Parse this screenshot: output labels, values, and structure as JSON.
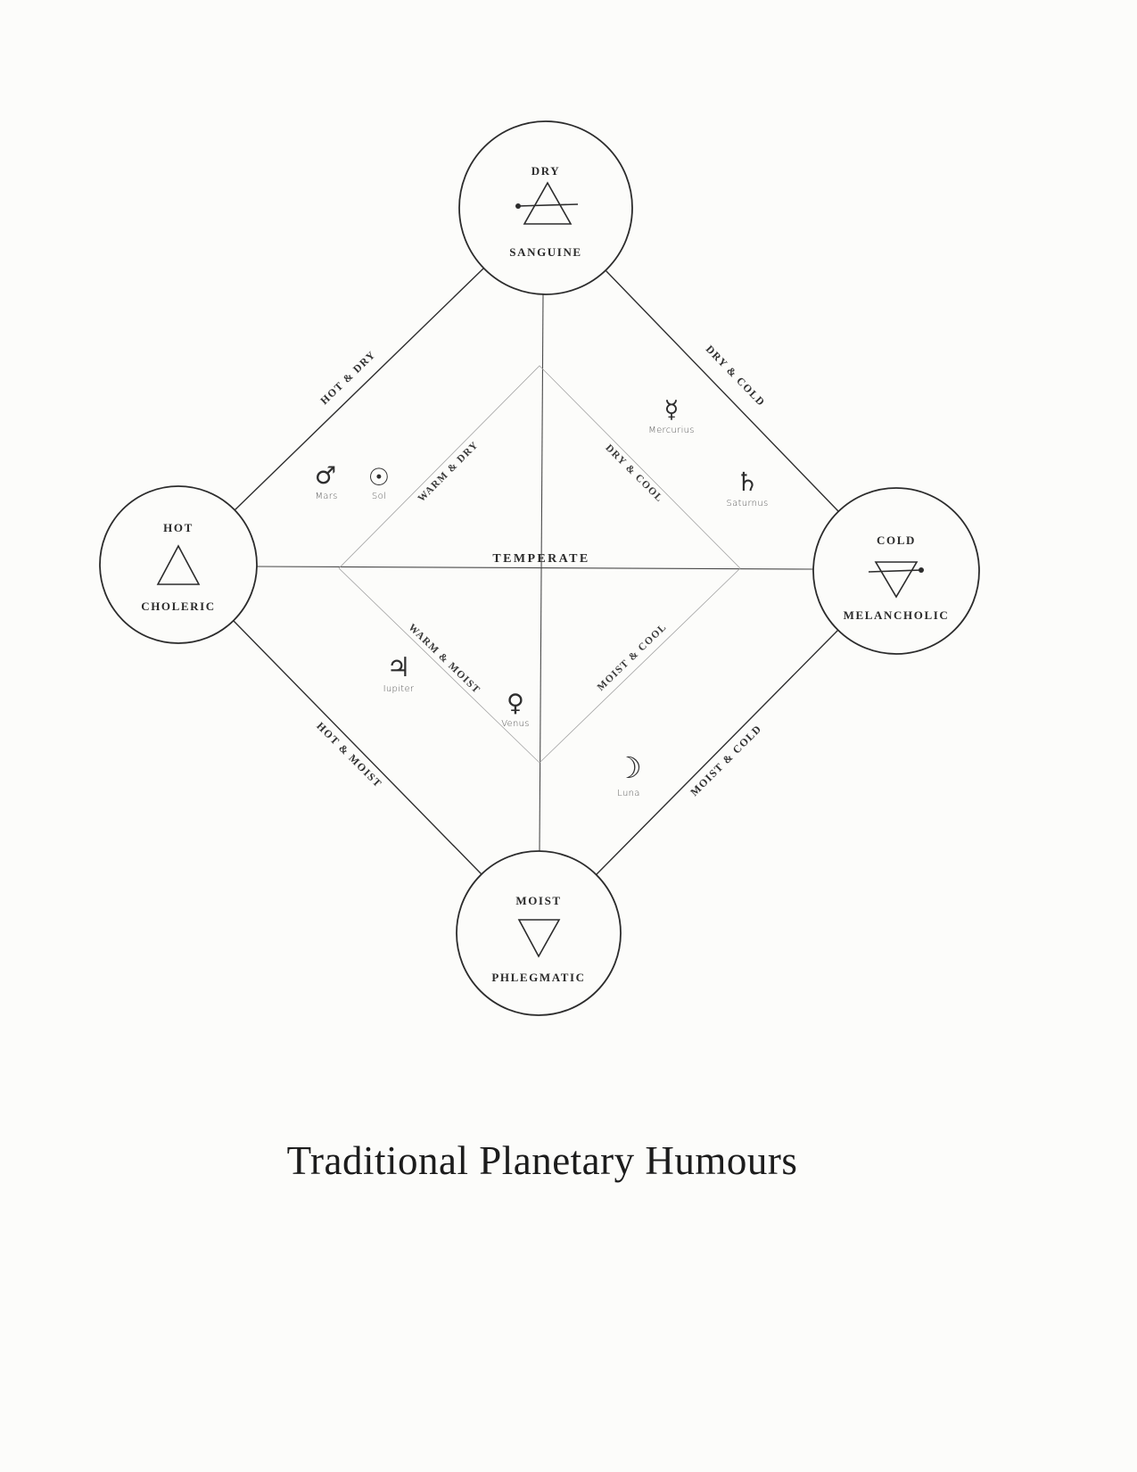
{
  "title": "Traditional Planetary Humours",
  "nodes": {
    "top": {
      "quality": "DRY",
      "temperament": "SANGUINE",
      "element_icon": "air-triangle-with-bar"
    },
    "left": {
      "quality": "HOT",
      "temperament": "CHOLERIC",
      "element_icon": "fire-triangle"
    },
    "right": {
      "quality": "COLD",
      "temperament": "MELANCHOLIC",
      "element_icon": "earth-triangle-with-bar"
    },
    "bottom": {
      "quality": "MOIST",
      "temperament": "PHLEGMATIC",
      "element_icon": "water-triangle"
    }
  },
  "outer_edges": {
    "top_left": "HOT & DRY",
    "top_right": "DRY & COLD",
    "bottom_left": "HOT & MOIST",
    "bottom_right": "MOIST & COLD"
  },
  "inner_edges": {
    "top_left": "WARM & DRY",
    "top_right": "DRY & COOL",
    "bottom_left": "WARM & MOIST",
    "bottom_right": "MOIST & COOL"
  },
  "center_label": "TEMPERATE",
  "planets": {
    "mars": {
      "glyph": "♂",
      "label": "Mars"
    },
    "sol": {
      "glyph": "☉",
      "label": "Sol"
    },
    "mercurius": {
      "glyph": "☿",
      "label": "Mercurius"
    },
    "saturnus": {
      "glyph": "♄",
      "label": "Saturnus"
    },
    "iupiter": {
      "glyph": "♃",
      "label": "Iupiter"
    },
    "venus": {
      "glyph": "♀",
      "label": "Venus"
    },
    "luna": {
      "glyph": "☽",
      "label": "Luna"
    }
  },
  "colors": {
    "ink": "#2c2c2c",
    "paper": "#fcfcfa"
  }
}
